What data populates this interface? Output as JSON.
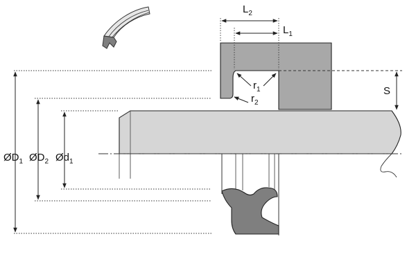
{
  "diagram": {
    "labels": {
      "L2_main": "L",
      "L2_sub": "2",
      "L1_main": "L",
      "L1_sub": "1",
      "r1_main": "r",
      "r1_sub": "1",
      "r2_main": "r",
      "r2_sub": "2",
      "S": "S",
      "D1": "ØD",
      "D1_sub": "1",
      "D2": "ØD",
      "D2_sub": "2",
      "d1": "Ød",
      "d1_sub": "1"
    },
    "colors": {
      "housing": "#a8a8a8",
      "shaft": "#d6d6d6",
      "seal": "#7f7f7f",
      "line": "#222222"
    }
  }
}
